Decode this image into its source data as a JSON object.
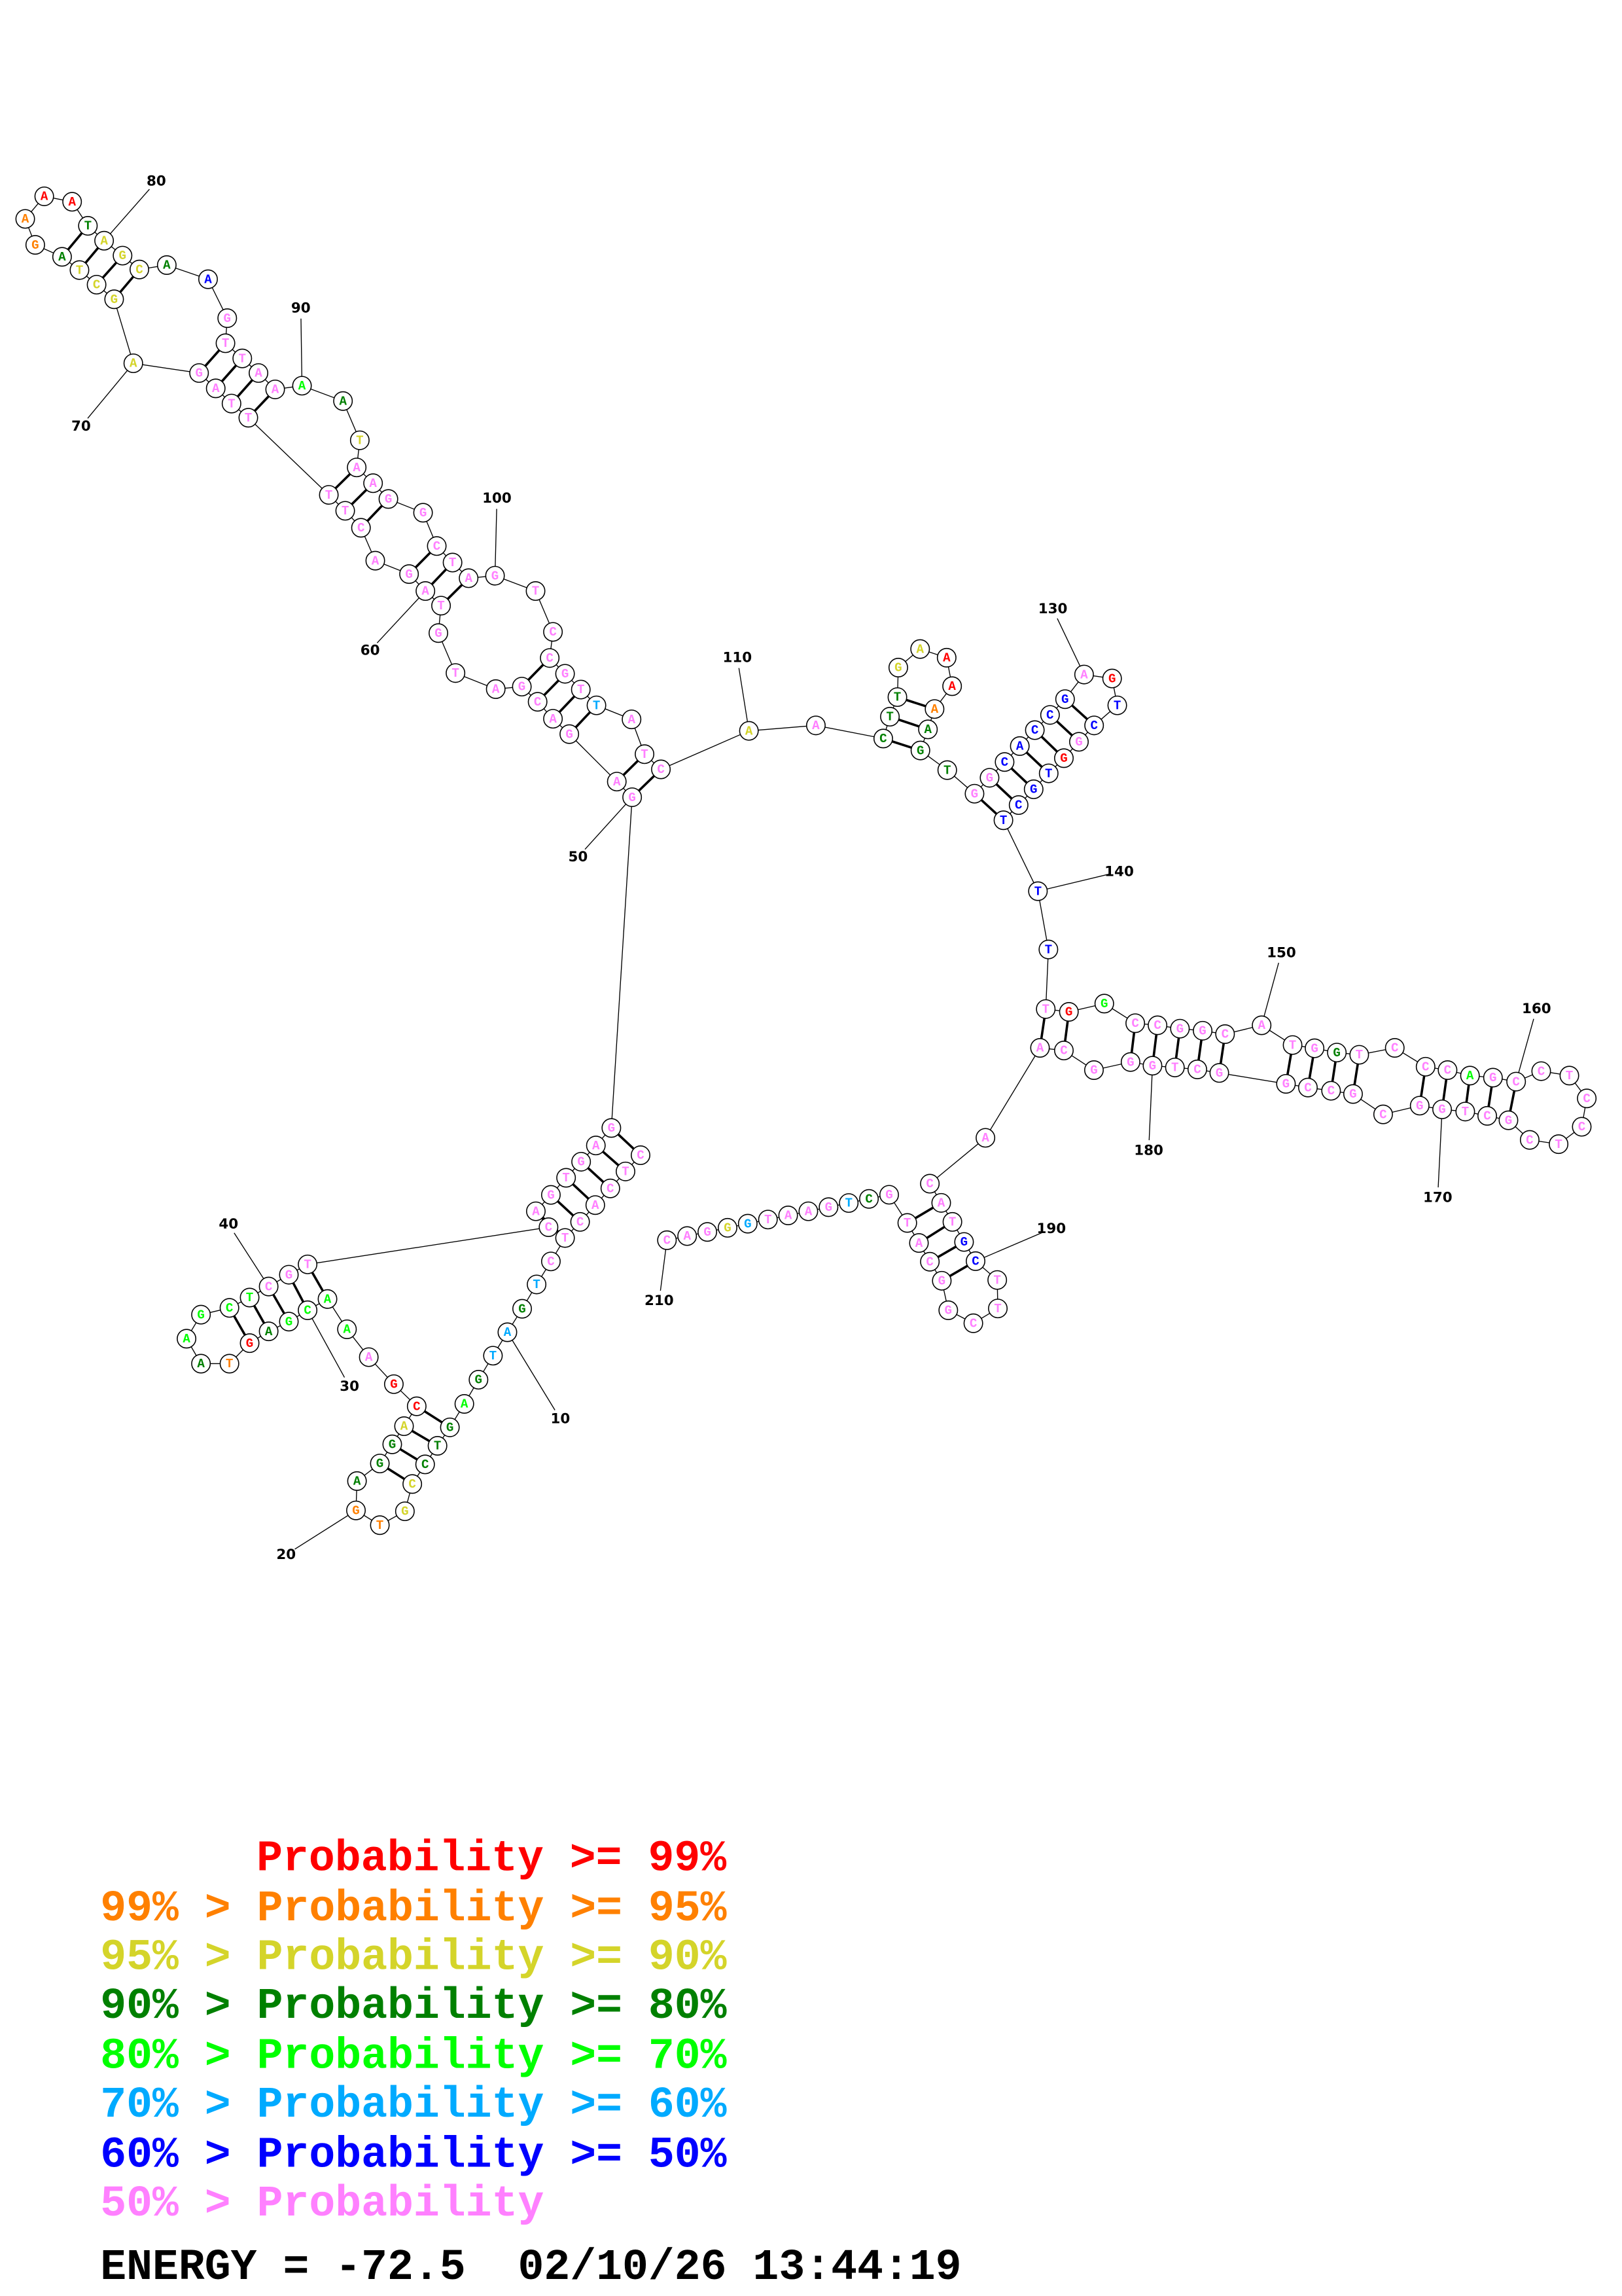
{
  "structure": {
    "sequence": "CTCACTCTGATGAGTCCGTGAGGACGAAACGAGTAAGCTCGTCAGTGAGGAGACGATGTAGACTTTTAGAGCTAGAAATAGCAAGTTAAAATAAGGCTAGTCCGTTATCAACTTGAAAAAGTGGCACCGAGTCGGTGCTTTTGGCCGGCATGGTCCCAGCCTCCTCGCTGGCGCCGGCTGGGCAACATGCTTCGGCATGCTGAATGGGAC",
    "probability_tiers": "777777753553433322113332007444430134444777777777777777777777777777777222231100322236777774327777777777777577727333220013337766666706670666666704777777773777747777777777777777777777777777776677777777735777752",
    "position_labels": [
      "10",
      "20",
      "30",
      "40",
      "50",
      "60",
      "70",
      "80",
      "90",
      "100",
      "110",
      "130",
      "140",
      "150",
      "160",
      "170",
      "180",
      "190",
      "210"
    ]
  },
  "legend": {
    "tier_colors": [
      "#ff0000",
      "#ff8000",
      "#d4d42a",
      "#008000",
      "#00ff00",
      "#00aaff",
      "#0000ff",
      "#ff80ff"
    ],
    "lines": [
      "Probability >= 99%",
      "99% > Probability >= 95%",
      "95% > Probability >= 90%",
      "90% > Probability >= 80%",
      "80% > Probability >= 70%",
      "70% > Probability >= 60%",
      "60% > Probability >= 50%",
      "50% > Probability"
    ]
  },
  "footer": {
    "energy_line": "ENERGY = -72.5  02/10/26 13:44:19"
  }
}
